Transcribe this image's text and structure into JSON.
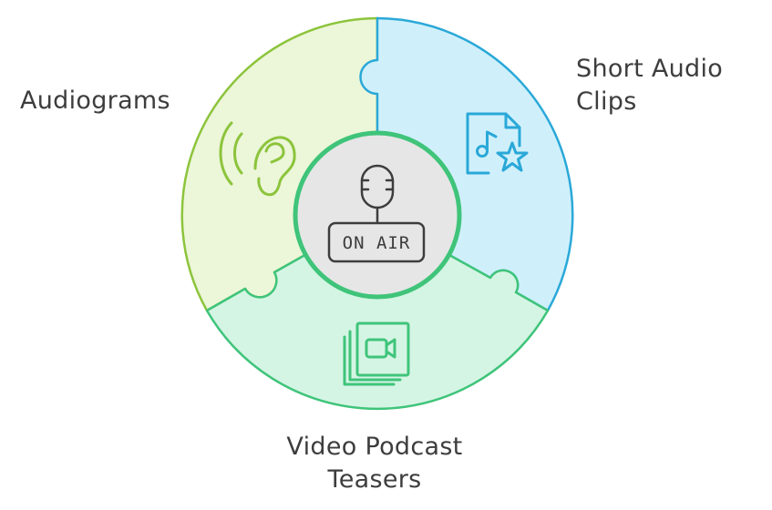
{
  "segments": [
    {
      "id": "audiograms",
      "label_lines": [
        "Audiograms"
      ],
      "icon": "ear-sound-icon",
      "fill": "#ecf6d8",
      "stroke": "#8cc43c"
    },
    {
      "id": "short-audio-clips",
      "label_lines": [
        "Short Audio",
        "Clips"
      ],
      "icon": "music-file-star-icon",
      "fill": "#cff0fb",
      "stroke": "#2aa8d8"
    },
    {
      "id": "video-podcast-teasers",
      "label_lines": [
        "Video Podcast",
        "Teasers"
      ],
      "icon": "video-files-icon",
      "fill": "#d4f5e4",
      "stroke": "#3fc47a"
    }
  ],
  "center": {
    "text": "ON AIR",
    "icon": "microphone-icon",
    "fill": "#e6e6e6",
    "stroke": "#3fc47a"
  }
}
